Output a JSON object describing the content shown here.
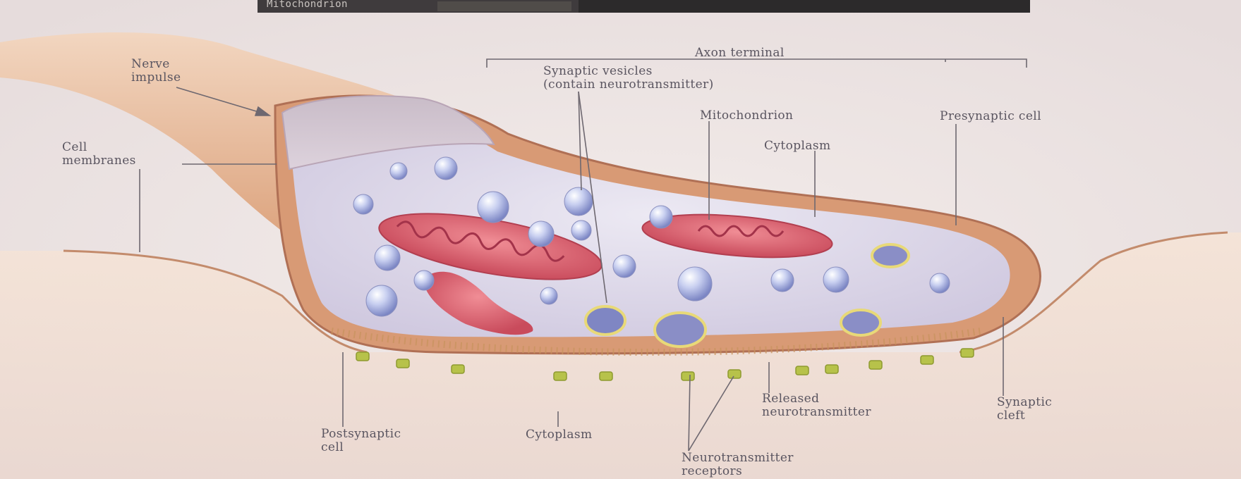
{
  "top_strip": {
    "text": "Mitochondrion"
  },
  "labels": {
    "nerve_impulse": "Nerve\nimpulse",
    "cell_membranes": "Cell\nmembranes",
    "axon_terminal": "Axon terminal",
    "synaptic_vesicles": "Synaptic vesicles\n(contain neurotransmitter)",
    "mitochondrion": "Mitochondrion",
    "cytoplasm_top": "Cytoplasm",
    "presynaptic_cell": "Presynaptic cell",
    "postsynaptic_cell": "Postsynaptic\ncell",
    "cytoplasm_bottom": "Cytoplasm",
    "released_neurotransmitter": "Released\nneurotransmitter",
    "neurotransmitter_receptors": "Neurotransmitter\nreceptors",
    "synaptic_cleft": "Synaptic\ncleft"
  }
}
